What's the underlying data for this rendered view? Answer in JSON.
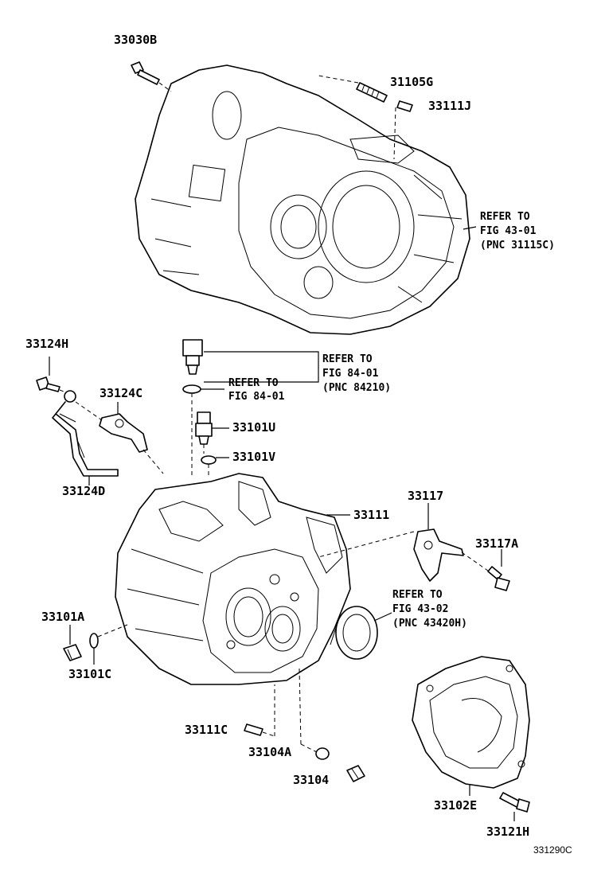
{
  "parts": {
    "p33030B": "33030B",
    "p31105G": "31105G",
    "p33111J": "33111J",
    "p33124H": "33124H",
    "p33124C": "33124C",
    "p33124D": "33124D",
    "p33101U": "33101U",
    "p33101V": "33101V",
    "p33111": "33111",
    "p33117": "33117",
    "p33117A": "33117A",
    "p33101A": "33101A",
    "p33101C": "33101C",
    "p33111C": "33111C",
    "p33104A": "33104A",
    "p33104": "33104",
    "p33102E": "33102E",
    "p33121H": "33121H"
  },
  "refs": {
    "r1": [
      "REFER TO",
      "FIG 43-01",
      "(PNC 31115C)"
    ],
    "r2": [
      "REFER TO",
      "FIG 84-01",
      "(PNC 84210)"
    ],
    "r3": [
      "REFER TO",
      "FIG 84-01"
    ],
    "r4": [
      "REFER TO",
      "FIG 43-02",
      "(PNC 43420H)"
    ]
  },
  "figure_code": "331290C"
}
